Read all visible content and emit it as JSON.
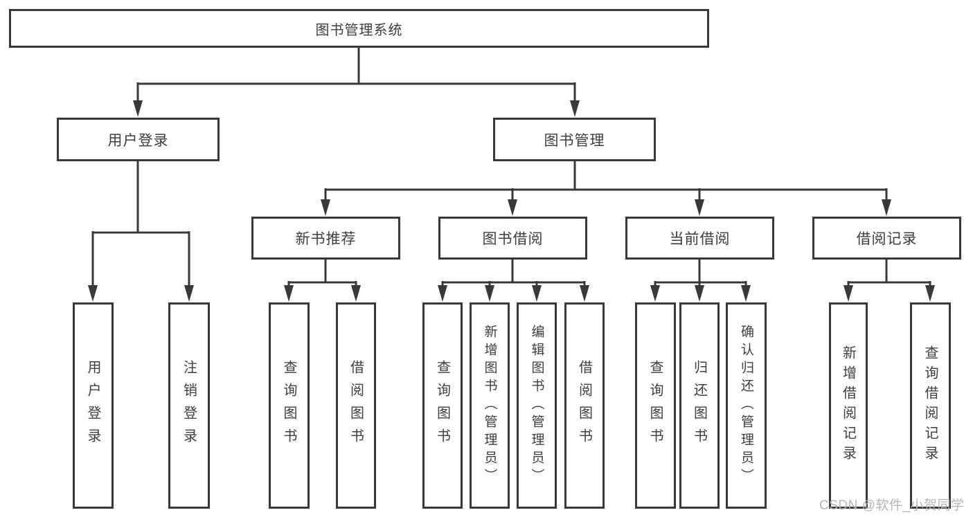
{
  "colors": {
    "background": "#ffffff",
    "box_border": "#383838",
    "line": "#383838",
    "text": "#3d3d3d",
    "watermark": "#b3b4b8"
  },
  "watermark": {
    "text": "CSDN @软件_小贺同学"
  },
  "tree": {
    "label": "图书管理系统",
    "children": [
      {
        "label": "用户登录",
        "children": [
          {
            "label": "用户登录"
          },
          {
            "label": "注销登录"
          }
        ]
      },
      {
        "label": "图书管理",
        "children": [
          {
            "label": "新书推荐",
            "children": [
              {
                "label": "查询图书"
              },
              {
                "label": "借阅图书"
              }
            ]
          },
          {
            "label": "图书借阅",
            "children": [
              {
                "label": "查询图书"
              },
              {
                "label": "新增图书（管理员）"
              },
              {
                "label": "编辑图书（管理员）"
              },
              {
                "label": "借阅图书"
              }
            ]
          },
          {
            "label": "当前借阅",
            "children": [
              {
                "label": "查询图书"
              },
              {
                "label": "归还图书"
              },
              {
                "label": "确认归还（管理员）"
              }
            ]
          },
          {
            "label": "借阅记录",
            "children": [
              {
                "label": "新增借阅记录"
              },
              {
                "label": "查询借阅记录"
              }
            ]
          }
        ]
      }
    ]
  }
}
